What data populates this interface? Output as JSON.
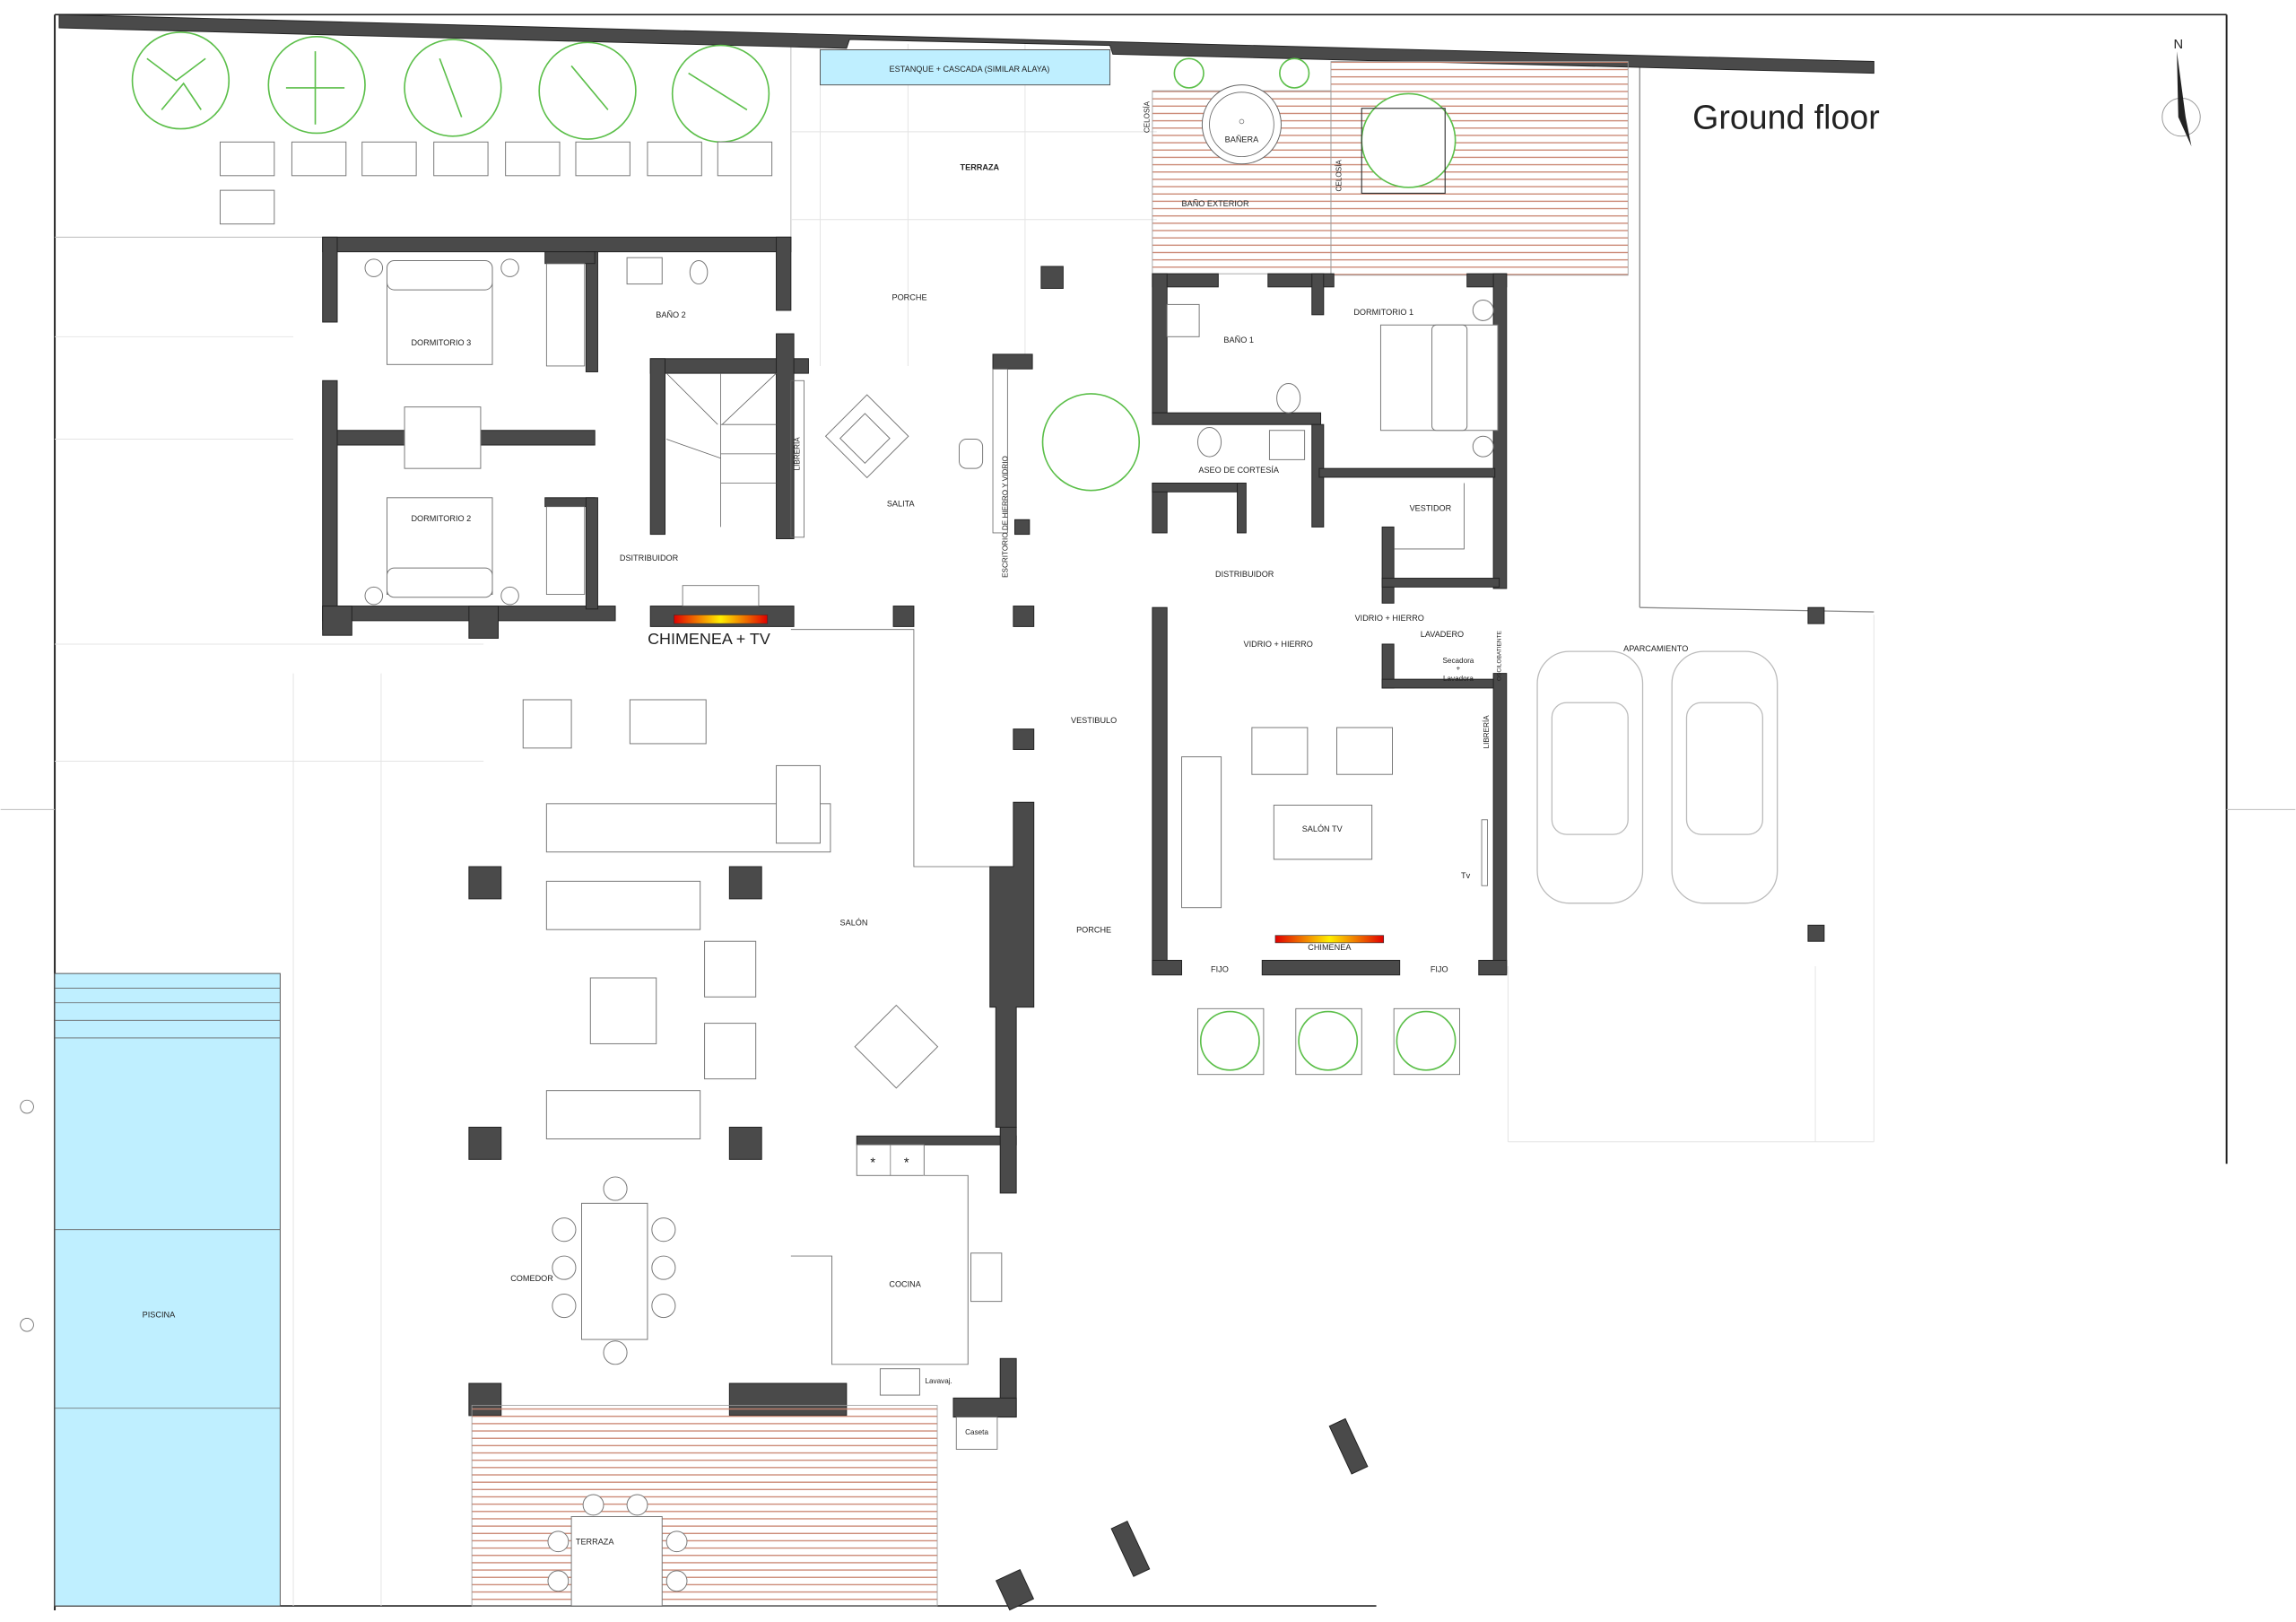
{
  "title": "Ground floor",
  "north_label": "N",
  "colors": {
    "wall": "#4a4a4a",
    "water": "#bfefff",
    "deck": "#c9836e",
    "tree": "#5cbf4a"
  },
  "labels": {
    "pond": "ESTANQUE + CASCADA (SIMILAR ALAYA)",
    "terrace_top": "TERRAZA",
    "bathtub": "BAÑERA",
    "outdoor_bath": "BAÑO EXTERIOR",
    "lattice_1": "CELOSÍA",
    "lattice_2": "CELOSÍA",
    "porch_top": "PORCHE",
    "bedroom_3": "DORMITORIO 3",
    "bathroom_2": "BAÑO 2",
    "bedroom_2": "DORMITORIO 2",
    "hall_left": "DSITRIBUIDOR",
    "bookcase_1": "LIBRERÍA",
    "sitting_room": "SALITA",
    "desk": "ESCRITORIO DE HIERRO Y VIDRIO",
    "bathroom_1": "BAÑO 1",
    "bedroom_1": "DORMITORIO 1",
    "guest_toilet": "ASEO DE CORTESÍA",
    "dressing_room": "VESTIDOR",
    "hall_right": "DISTRIBUIDOR",
    "glass_iron_1": "VIDRIO + HIERRO",
    "glass_iron_2": "VIDRIO + HIERRO",
    "laundry": "LAVADERO",
    "dryer": "Secadora",
    "plus": "+",
    "washer": "Lavadora",
    "tilt_turn": "OSCILOBATIENTE",
    "fireplace_tv": "CHIMENEA + TV",
    "parking": "APARCAMIENTO",
    "lobby": "VESTIBULO",
    "bookcase_2": "LIBRERÍA",
    "tv_room": "SALÓN TV",
    "tv": "Tv",
    "fireplace": "CHIMENEA",
    "fixed_1": "FIJO",
    "fixed_2": "FIJO",
    "living_room": "SALÓN",
    "porch_bottom": "PORCHE",
    "dining_room": "COMEDOR",
    "kitchen": "COCINA",
    "dishwasher": "Lavavaj.",
    "shed": "Caseta",
    "pool": "PISCINA",
    "terrace_bottom": "TERRAZA"
  }
}
